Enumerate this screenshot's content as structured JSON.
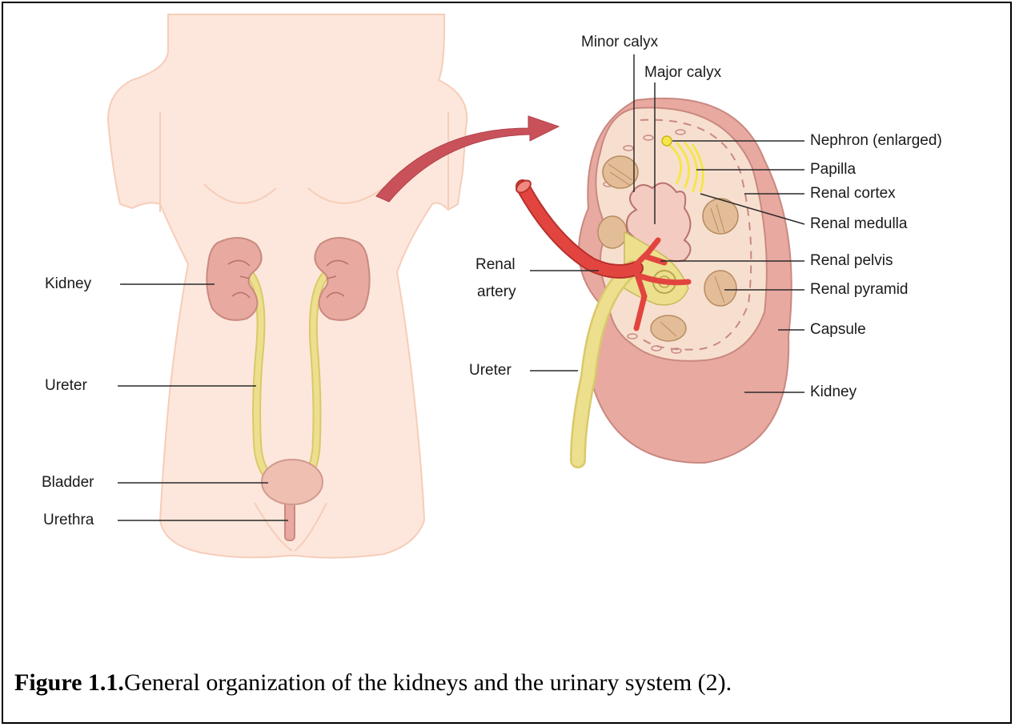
{
  "colors": {
    "body_fill": "#fde7dc",
    "body_outline": "#f6cdb9",
    "kidney_fill": "#e8a9a0",
    "ureter": "#ecdf8d",
    "artery": "#e2453f",
    "arrow": "#c9525a",
    "cortex": "#f7dfcf",
    "pyramid": "#e3bd97",
    "nephron": "#f5e64a"
  },
  "icons": {
    "body": "human-torso-icon",
    "kidney": "kidney-icon",
    "arrow": "curved-arrow-icon",
    "kidney_section": "kidney-cross-section-icon"
  },
  "body_labels": {
    "kidney": "Kidney",
    "ureter": "Ureter",
    "bladder": "Bladder",
    "urethra": "Urethra"
  },
  "section_labels": {
    "minor_calyx": "Minor calyx",
    "major_calyx": "Major calyx",
    "nephron": "Nephron (enlarged)",
    "papilla": "Papilla",
    "renal_cortex": "Renal cortex",
    "renal_medulla": "Renal medulla",
    "renal_pelvis": "Renal pelvis",
    "renal_pyramid": "Renal pyramid",
    "capsule": "Capsule",
    "kidney": "Kidney",
    "renal_artery_line1": "Renal",
    "renal_artery_line2": "artery",
    "ureter": "Ureter"
  },
  "caption": {
    "number": "Figure 1.1.",
    "text": "General organization of the kidneys and the urinary system (2)."
  }
}
